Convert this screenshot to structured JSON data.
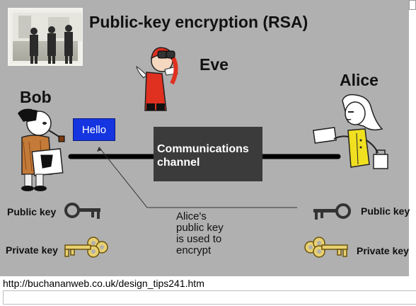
{
  "slide": {
    "title": "Public-key encryption (RSA)",
    "photo_icon": "inventors-photo",
    "colors": {
      "background": "#b0b0b0",
      "message_box": "#1435e0",
      "channel_box": "#3b3b3b",
      "eve_suit": "#e03020",
      "alice_outfit": "#f0e020",
      "private_key": "#e8d070"
    }
  },
  "actors": {
    "eve": {
      "name": "Eve",
      "icon": "eavesdropper-binoculars-icon"
    },
    "bob": {
      "name": "Bob",
      "icon": "bob-reading-icon"
    },
    "alice": {
      "name": "Alice",
      "icon": "alice-letter-icon"
    }
  },
  "message": {
    "label": "Hello"
  },
  "channel": {
    "line1": "Communications",
    "line2": "channel"
  },
  "annotation": {
    "line1": "Alice's",
    "line2": "public key",
    "line3": "is used to",
    "line4": "encrypt"
  },
  "keys": {
    "bob_public": "Public key",
    "bob_private": "Private key",
    "alice_public": "Public key",
    "alice_private": "Private key",
    "public_icon": "dark-key-icon",
    "private_icon": "gold-key-icon"
  },
  "footer": {
    "url": "http://buchananweb.co.uk/design_tips241.htm"
  }
}
